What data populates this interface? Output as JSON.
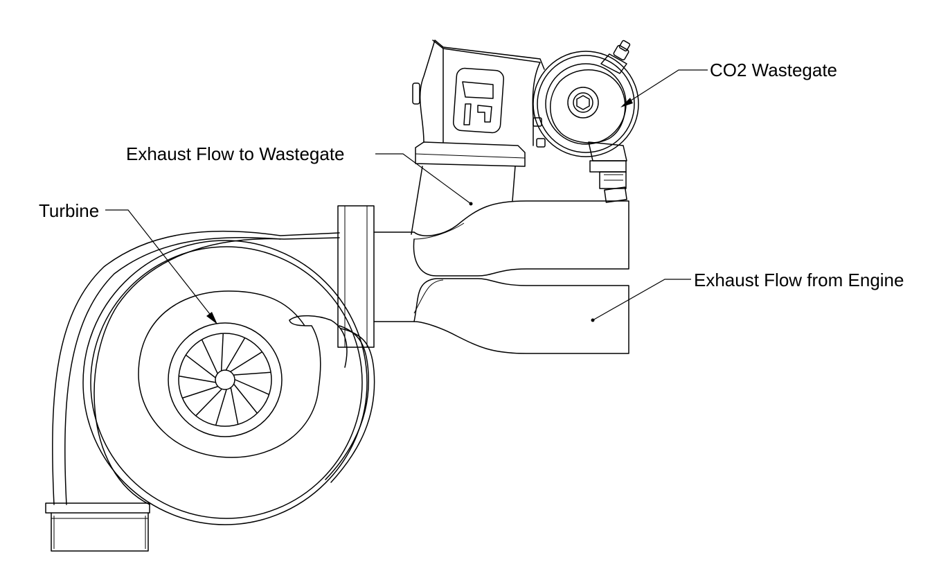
{
  "labels": {
    "co2_wastegate": "CO2 Wastegate",
    "exhaust_to_wastegate": "Exhaust Flow to Wastegate",
    "turbine": "Turbine",
    "exhaust_from_engine": "Exhaust Flow from Engine"
  },
  "colors": {
    "line": "#000000",
    "background": "#ffffff"
  }
}
